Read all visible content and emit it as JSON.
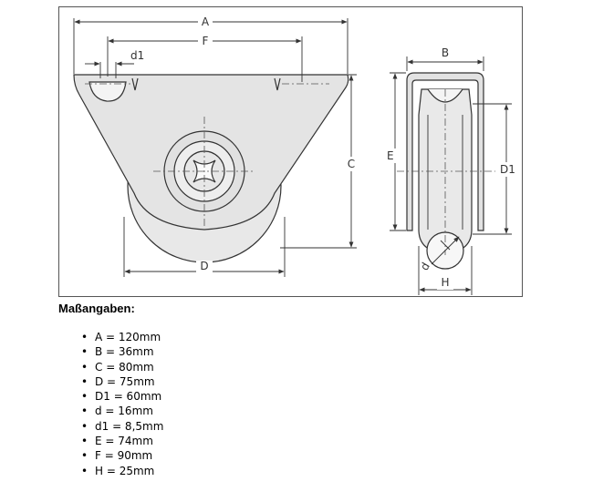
{
  "drawing": {
    "labels": {
      "A": "A",
      "F": "F",
      "d1": "d1",
      "C": "C",
      "D": "D",
      "B": "B",
      "E": "E",
      "D1": "D1",
      "d": "d",
      "H": "H"
    },
    "colors": {
      "line": "#333333",
      "fill": "#e4e4e4",
      "fill_light": "#f0f0f0",
      "fill_dark": "#cfcfcf"
    }
  },
  "specs": {
    "heading": "Maßangaben:",
    "items": [
      "A = 120mm",
      "B = 36mm",
      "C = 80mm",
      "D = 75mm",
      "D1 = 60mm",
      "d = 16mm",
      "d1 = 8,5mm",
      "E = 74mm",
      "F = 90mm",
      "H = 25mm"
    ]
  }
}
